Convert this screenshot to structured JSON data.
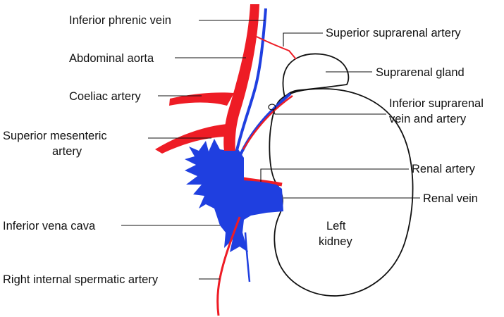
{
  "labels": {
    "inferior_phrenic_vein": "Inferior phrenic vein",
    "abdominal_aorta": "Abdominal aorta",
    "coeliac_artery": "Coeliac artery",
    "superior_mesenteric_1": "Superior mesenteric",
    "superior_mesenteric_2": "artery",
    "inferior_vena_cava": "Inferior vena cava",
    "right_internal_spermatic_artery": "Right internal spermatic artery",
    "superior_suprarenal_artery": "Superior suprarenal artery",
    "suprarenal_gland": "Suprarenal gland",
    "inferior_suprarenal_1": "Inferior suprarenal",
    "inferior_suprarenal_2": "vein and artery",
    "renal_artery": "Renal artery",
    "renal_vein": "Renal vein",
    "left_kidney_1": "Left",
    "left_kidney_2": "kidney"
  },
  "colors": {
    "artery": "#ee1c25",
    "vein": "#1f3fe0",
    "outline": "#111111"
  }
}
